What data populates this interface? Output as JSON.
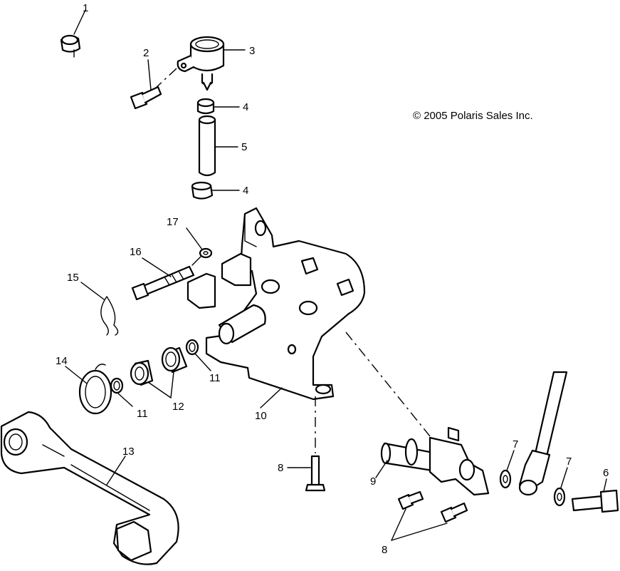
{
  "copyright": "© 2005 Polaris Sales Inc.",
  "callouts": {
    "c1": "1",
    "c2": "2",
    "c3": "3",
    "c4a": "4",
    "c4b": "4",
    "c5": "5",
    "c6": "6",
    "c7a": "7",
    "c7b": "7",
    "c8a": "8",
    "c8b": "8",
    "c9": "9",
    "c10": "10",
    "c11a": "11",
    "c11b": "11",
    "c12": "12",
    "c13": "13",
    "c14": "14",
    "c15": "15",
    "c16": "16",
    "c17": "17"
  }
}
